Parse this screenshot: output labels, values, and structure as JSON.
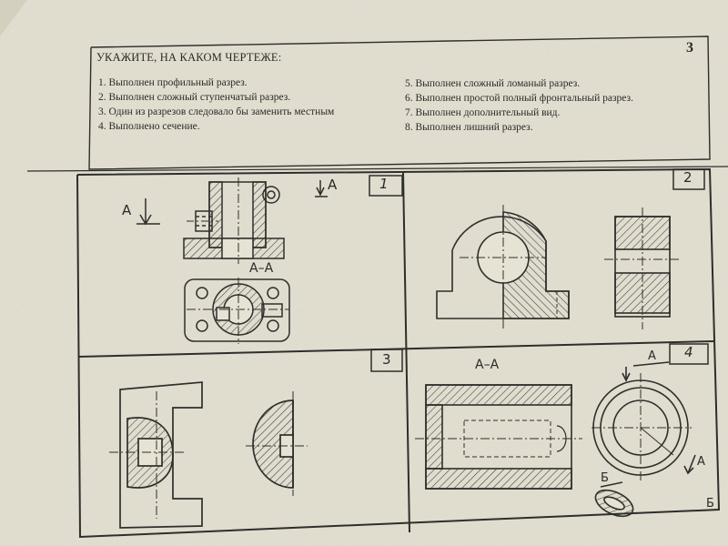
{
  "header": {
    "title": "УКАЖИТЕ, НА КАКОМ ЧЕРТЕЖЕ:",
    "page_number": "3"
  },
  "options": [
    "1.  Выполнен профильный разрез.",
    "2.  Выполнен сложный ступенчатый разрез.",
    "3.  Один из разрезов следовало бы заменить местным",
    "4.  Выполнено сечение.",
    "5.  Выполнен сложный ломаный разрез.",
    "6.  Выполнен простой полный фронтальный разрез.",
    "7.  Выполнен дополнительный вид.",
    "8.  Выполнен лишний разрез."
  ],
  "drawings": [
    {
      "number": "1",
      "labels": {
        "arrow": "A",
        "arrow_top": "A",
        "section": "A–A"
      }
    },
    {
      "number": "2"
    },
    {
      "number": "3"
    },
    {
      "number": "4",
      "labels": {
        "section": "A–A",
        "arrow_top": "A",
        "arrow_side": "A",
        "b_top": "Б",
        "b_bottom": "Б"
      }
    }
  ]
}
